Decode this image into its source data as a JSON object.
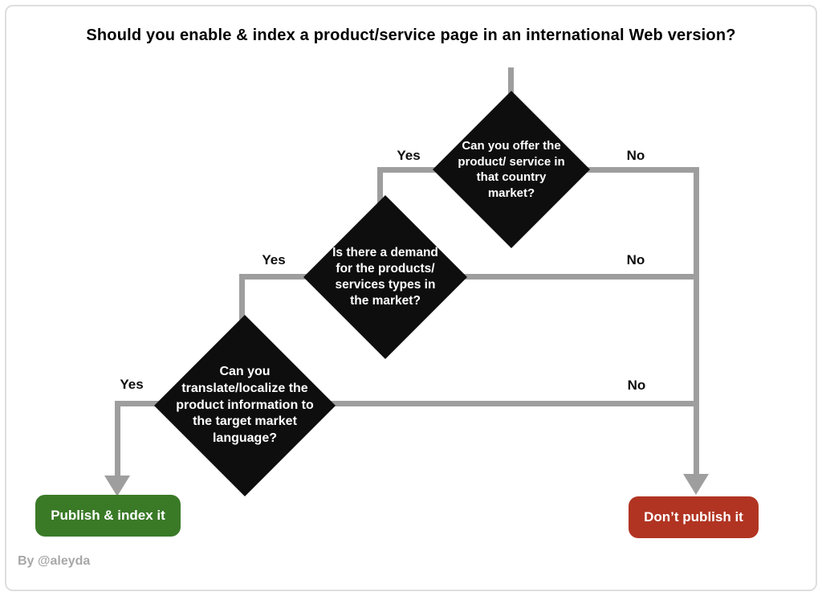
{
  "title": "Should you enable & index a product/service page in an international Web version?",
  "nodes": {
    "offer": {
      "label": "Can you offer the product/ service in that country market?"
    },
    "demand": {
      "label": "Is there a demand for the products/ services types in the market?"
    },
    "translate": {
      "label": "Can you translate/localize the product information to the target market language?"
    }
  },
  "edges": {
    "offer_yes": "Yes",
    "offer_no": "No",
    "demand_yes": "Yes",
    "demand_no": "No",
    "translate_yes": "Yes",
    "translate_no": "No"
  },
  "outcomes": {
    "publish": {
      "label": "Publish & index it",
      "color": "#3a7a27"
    },
    "dont_publish": {
      "label": "Don’t publish it",
      "color": "#b13422"
    }
  },
  "attribution": "By @aleyda",
  "colors": {
    "diamond_fill": "#0e0e0e",
    "diamond_text": "#ffffff",
    "connector": "#9e9e9e",
    "title_text": "#000000",
    "attribution_text": "#a8a8a8",
    "frame_border": "#dedede"
  }
}
